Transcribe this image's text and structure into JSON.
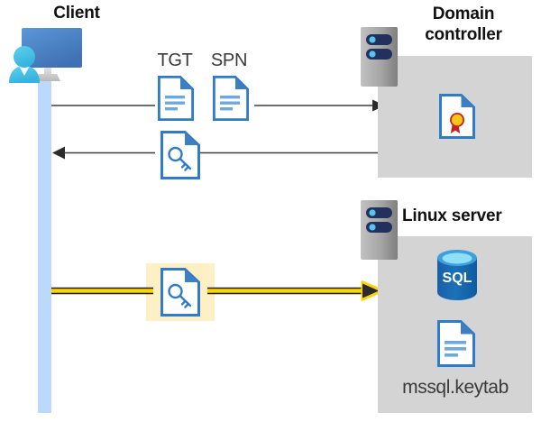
{
  "diagram": {
    "type": "sequence-diagram",
    "title_implied": "Kerberos authentication to SQL Server on Linux",
    "actors": [
      {
        "id": "client",
        "label": "Client"
      },
      {
        "id": "domain-controller",
        "label": "Domain\ncontroller"
      },
      {
        "id": "linux-server",
        "label": "Linux server"
      }
    ]
  },
  "client": {
    "label": "Client",
    "icon": "user-workstation-icon"
  },
  "domain_controller": {
    "label_line1": "Domain",
    "label_line2": "controller",
    "server_icon": "server-rack-icon",
    "contents": [
      {
        "icon": "certificate-document-icon",
        "label": ""
      }
    ]
  },
  "linux_server": {
    "label": "Linux server",
    "server_icon": "server-rack-icon",
    "contents": [
      {
        "icon": "sql-database-icon",
        "label": "SQL"
      },
      {
        "icon": "keytab-document-icon",
        "label": "mssql.keytab"
      }
    ]
  },
  "messages": [
    {
      "id": "request",
      "direction": "right",
      "from": "client",
      "to": "domain-controller",
      "artifacts": [
        {
          "label": "TGT",
          "icon": "text-document-icon"
        },
        {
          "label": "SPN",
          "icon": "text-document-icon"
        }
      ],
      "color": "#3f3f3f"
    },
    {
      "id": "response",
      "direction": "left",
      "from": "domain-controller",
      "to": "client",
      "artifacts": [
        {
          "label": "",
          "icon": "key-document-icon"
        }
      ],
      "color": "#3f3f3f"
    },
    {
      "id": "service-ticket",
      "direction": "right",
      "from": "client",
      "to": "linux-server",
      "artifacts": [
        {
          "label": "",
          "icon": "key-document-icon"
        }
      ],
      "highlighted": true,
      "color": "#f2c200"
    }
  ],
  "labels": {
    "tgt": "TGT",
    "spn": "SPN",
    "sql": "SQL",
    "keytab_file": "mssql.keytab"
  },
  "colors": {
    "lifeline": "#bcd9fb",
    "panel_gray": "#d4d4d4",
    "arrow_dark": "#3f3f3f",
    "arrow_gold": "#f2c200",
    "highlight": "#fdf0c4",
    "doc_blue": "#2f7ac9",
    "doc_fold_blue": "#3d7fc1",
    "sql_blue": "#1b72b8",
    "seal_gold": "#f5c518",
    "seal_red": "#c8201e",
    "server_gray_light": "#b9b9b9",
    "server_gray_dark": "#8a8a8a",
    "server_bar_navy": "#22305e",
    "server_dot_blue": "#58c4f0",
    "person_blue": "#45c2e8",
    "monitor_blue": "#4a86c8",
    "text_dark": "#3a3a3a",
    "title_black": "#111111"
  }
}
